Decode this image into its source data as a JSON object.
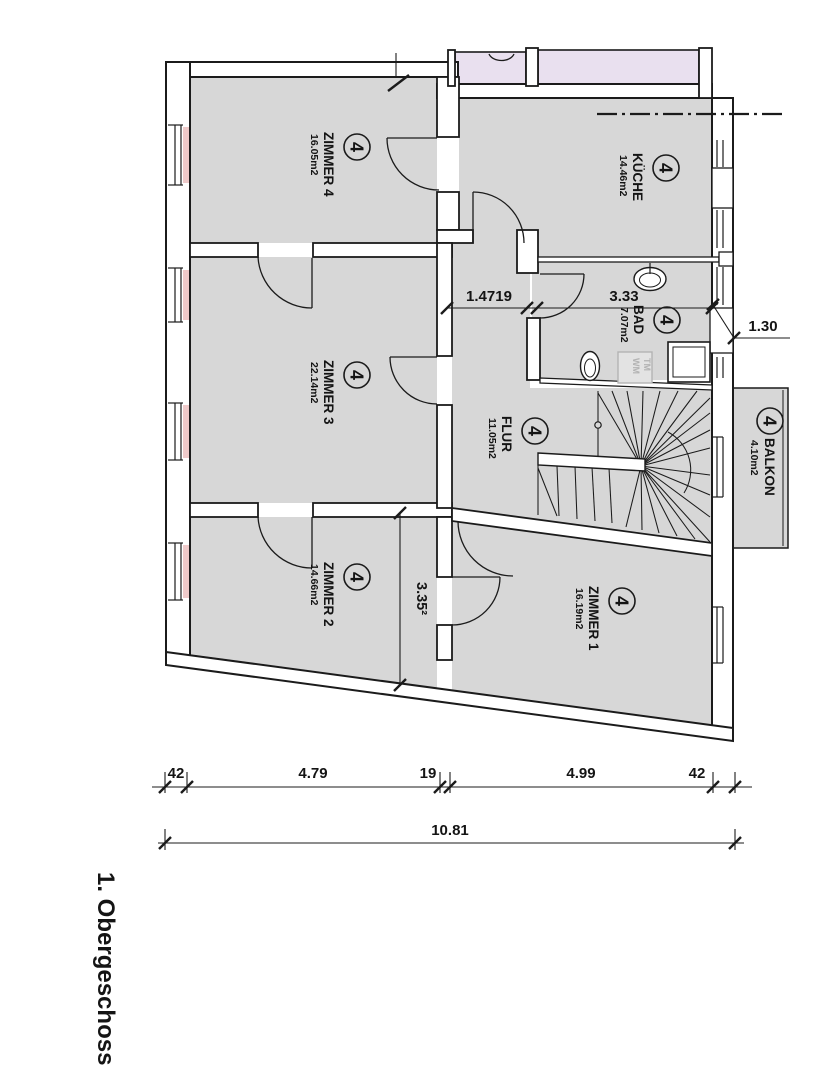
{
  "floor_label": "1. Obergeschoss",
  "rooms": [
    {
      "name": "ZIMMER 4",
      "area": "16.05m2",
      "unit": "4"
    },
    {
      "name": "KÜCHE",
      "area": "14.46m2",
      "unit": "4"
    },
    {
      "name": "ZIMMER 3",
      "area": "22.14m2",
      "unit": "4"
    },
    {
      "name": "BAD",
      "area": "7.07m2",
      "unit": "4"
    },
    {
      "name": "FLUR",
      "area": "11.05m2",
      "unit": "4"
    },
    {
      "name": "BALKON",
      "area": "4.10m2",
      "unit": "4"
    },
    {
      "name": "ZIMMER 2",
      "area": "14.66m2",
      "unit": "4"
    },
    {
      "name": "ZIMMER 1",
      "area": "16.19m2",
      "unit": "4"
    }
  ],
  "fixtures": {
    "washer_line1": "TM",
    "washer_line2": "WM"
  },
  "dimensions": {
    "hall_width": "1.4719",
    "bad_width": "3.33",
    "balcony_door": "1.30",
    "zimmer2_depth": "3.35²",
    "bottom_segments": [
      "42",
      "4.79",
      "19",
      "4.99",
      "42"
    ],
    "total_width": "10.81"
  },
  "colors": {
    "room_fill": "#d7d7d7",
    "adjacent_room_fill": "#e9e0ef",
    "window_sill": "#eec9c9",
    "line": "#1b1b1b"
  }
}
